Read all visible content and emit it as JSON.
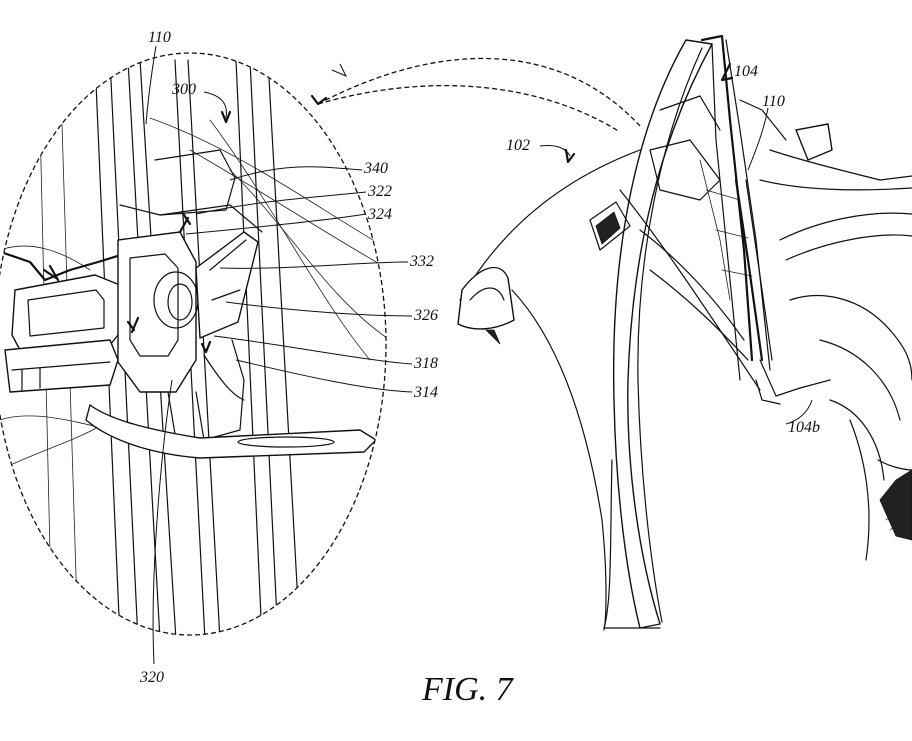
{
  "figure": {
    "caption": "FIG. 7",
    "reference_numerals": {
      "r110_top": "110",
      "r300": "300",
      "r340": "340",
      "r322": "322",
      "r324": "324",
      "r332": "332",
      "r326": "326",
      "r318": "318",
      "r314": "314",
      "r320": "320",
      "r102": "102",
      "r104": "104",
      "r110_right": "110",
      "r104b": "104b"
    }
  }
}
